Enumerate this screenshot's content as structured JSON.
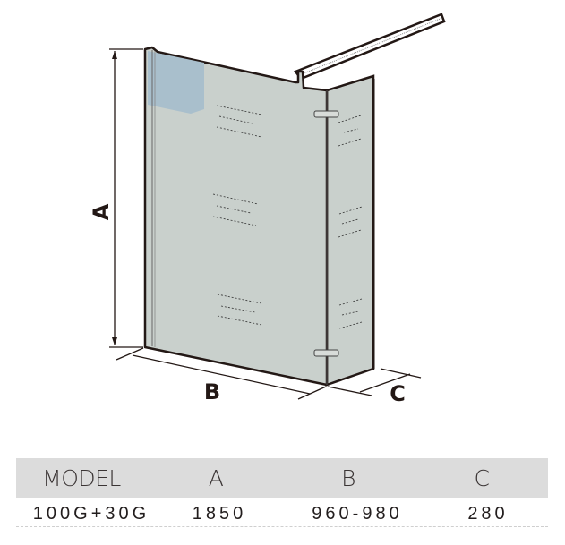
{
  "diagram": {
    "labels": {
      "a": "A",
      "b": "B",
      "c": "C"
    },
    "colors": {
      "glass": "#c9d0cc",
      "glass_tint": "#a9bfcc",
      "frame": "#231815"
    }
  },
  "table": {
    "headers": [
      "MODEL",
      "A",
      "B",
      "C"
    ],
    "rows": [
      [
        "100G+30G",
        "1850",
        "960-980",
        "280"
      ]
    ]
  }
}
